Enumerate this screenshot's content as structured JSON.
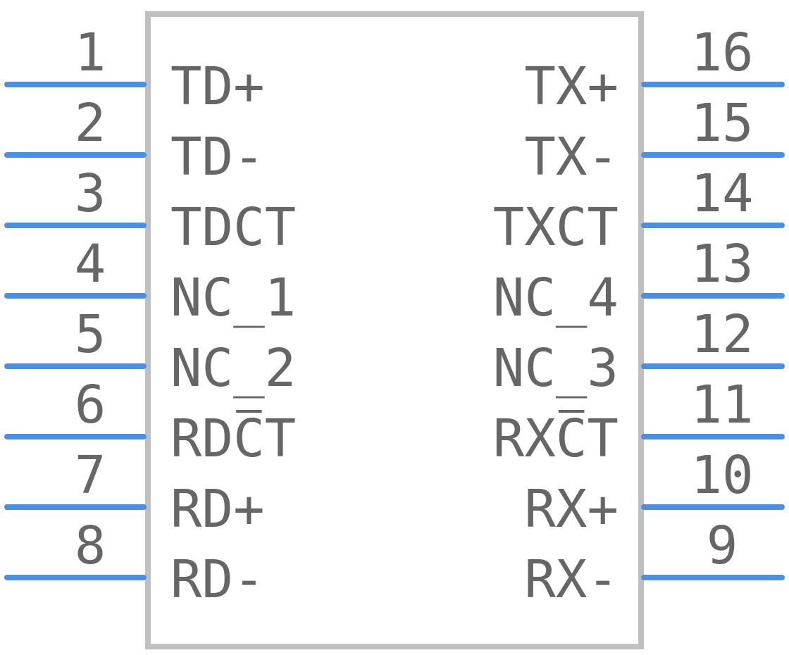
{
  "component": {
    "left_pins": [
      {
        "number": "1",
        "name": "TD+"
      },
      {
        "number": "2",
        "name": "TD-"
      },
      {
        "number": "3",
        "name": "TDCT"
      },
      {
        "number": "4",
        "name": "NC_1"
      },
      {
        "number": "5",
        "name": "NC_2"
      },
      {
        "number": "6",
        "name": "RDCT",
        "overline_char": 2
      },
      {
        "number": "7",
        "name": "RD+"
      },
      {
        "number": "8",
        "name": "RD-"
      }
    ],
    "right_pins": [
      {
        "number": "16",
        "name": "TX+"
      },
      {
        "number": "15",
        "name": "TX-"
      },
      {
        "number": "14",
        "name": "TXCT"
      },
      {
        "number": "13",
        "name": "NC_4"
      },
      {
        "number": "12",
        "name": "NC_3"
      },
      {
        "number": "11",
        "name": "RXCT",
        "overline_char": 2
      },
      {
        "number": "10",
        "name": "RX+"
      },
      {
        "number": "9",
        "name": "RX-"
      }
    ],
    "colors": {
      "pin": "#4a90e2",
      "body_outline": "#c0c0c0",
      "text": "#666666"
    }
  }
}
